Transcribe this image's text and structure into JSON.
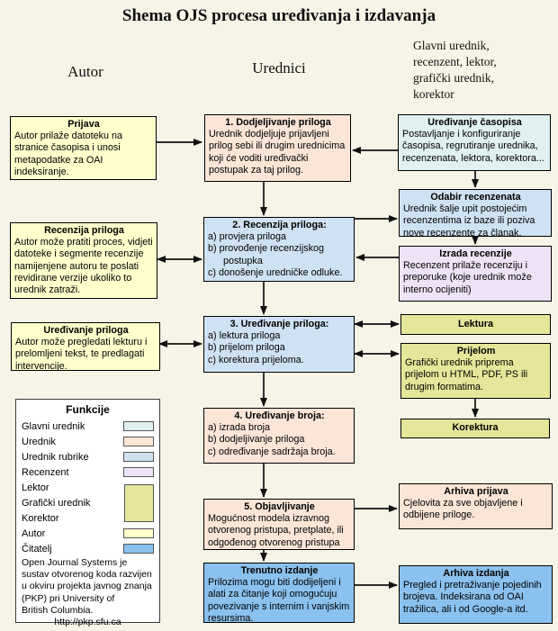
{
  "title": "Shema OJS procesa uređivanja i izdavanja",
  "headers": {
    "left": "Autor",
    "center": "Urednici",
    "right": "Glavni urednik,\nrecenzent, lektor,\ngrafički urednik,\nkorektor"
  },
  "colors": {
    "background": "#f5f4e6",
    "glavni_urednik": "#dff1f1",
    "urednik": "#fbe5d6",
    "urednik_rubrike": "#cfe2f3",
    "recenzent": "#eee3f6",
    "lektor_grupa": "#e6e69a",
    "autor": "#ffffcc",
    "citatelj": "#8bc1ee"
  },
  "left": {
    "prijava": {
      "title": "Prijava",
      "body": "Autor prilaže datoteku na stranice časopisa i unosi metapodatke za OAI indeksiranje."
    },
    "recenzija": {
      "title": "Recenzija priloga",
      "body": "Autor može pratiti proces, vidjeti datoteke i segmente recenzije namijenjene autoru te poslati revidirane verzije ukoliko to urednik zatraži."
    },
    "uredivanje": {
      "title": "Uređivanje priloga",
      "body": "Autor može pregledati lekturu i prelomljeni tekst, te predlagati intervencije."
    }
  },
  "center": {
    "step1": {
      "title": "1. Dodjeljivanje priloga",
      "body": "Urednik dodjeljuje prijavljeni prilog sebi ili drugim urednicima koji će voditi uređivački postupak za taj prilog."
    },
    "step2": {
      "title": "2. Recenzija priloga:",
      "items": [
        "a) provjera priloga",
        "b) provođenje recenzijskog postupka",
        "c) donošenje uredničke odluke."
      ]
    },
    "step3": {
      "title": "3. Uređivanje priloga:",
      "items": [
        "a) lektura priloga",
        "b) prijelom priloga",
        "c) korektura prijeloma."
      ]
    },
    "step4": {
      "title": "4. Uređivanje broja:",
      "items": [
        "a) izrada broja",
        "b) dodjeljivanje priloga",
        "c) određivanje sadržaja broja."
      ]
    },
    "step5": {
      "title": "5. Objavljivanje",
      "body": "Mogućnost modela izravnog otvorenog pristupa, pretplate, ili odgođenog otvorenog pristupa"
    },
    "trenutno": {
      "title": "Trenutno izdanje",
      "body": "Prilozima mogu biti dodijeljeni i alati za čitanje koji omogućuju povezivanje s internim i vanjskim resursima."
    }
  },
  "right": {
    "casopis": {
      "title": "Uređivanje časopisa",
      "body": "Postavljanje i konfiguriranje časopisa, regrutiranje urednika, recenzenata, lektora, korektora..."
    },
    "odabir": {
      "title": "Odabir recenzenata",
      "body": "Urednik šalje upit postojećim recenzentima iz baze ili poziva nove recenzente za članak."
    },
    "izrada": {
      "title": "Izrada recenzije",
      "body": "Recenzent prilaže recenziju i preporuke (koje urednik može interno ocijeniti)"
    },
    "lektura": {
      "title": "Lektura"
    },
    "prijelom": {
      "title": "Prijelom",
      "body": "Grafički urednik priprema prijelom u HTML, PDF, PS ili drugim formatima."
    },
    "korektura": {
      "title": "Korektura"
    },
    "arhiva_prijava": {
      "title": "Arhiva prijava",
      "body": "Cjelovita za sve objavljene i odbijene priloge."
    },
    "arhiva_izdanja": {
      "title": "Arhiva izdanja",
      "body": "Pregled i pretraživanje pojedinih brojeva. Indeksirana od OAI tražilica, ali i od Google-a itd."
    }
  },
  "legend": {
    "title": "Funkcije",
    "items": [
      {
        "label": "Glavni urednik",
        "color": "#dff1f1"
      },
      {
        "label": "Urednik",
        "color": "#fbe5d6"
      },
      {
        "label": "Urednik rubrike",
        "color": "#cfe2f3"
      },
      {
        "label": "Recenzent",
        "color": "#eee3f6"
      },
      {
        "label": "Lektor",
        "color": "#e6e69a"
      },
      {
        "label": "Grafički urednik",
        "color": "#e6e69a"
      },
      {
        "label": "Korektor",
        "color": "#e6e69a"
      },
      {
        "label": "Autor",
        "color": "#ffffcc"
      },
      {
        "label": "Čitatelj",
        "color": "#8bc1ee"
      }
    ],
    "note": "Open Journal Systems je\nsustav otvorenog koda razvijen\nu okviru projekta javnog znanja\n(PKP) pri University of\nBritish Columbia.",
    "url": "http://pkp.sfu.ca"
  }
}
